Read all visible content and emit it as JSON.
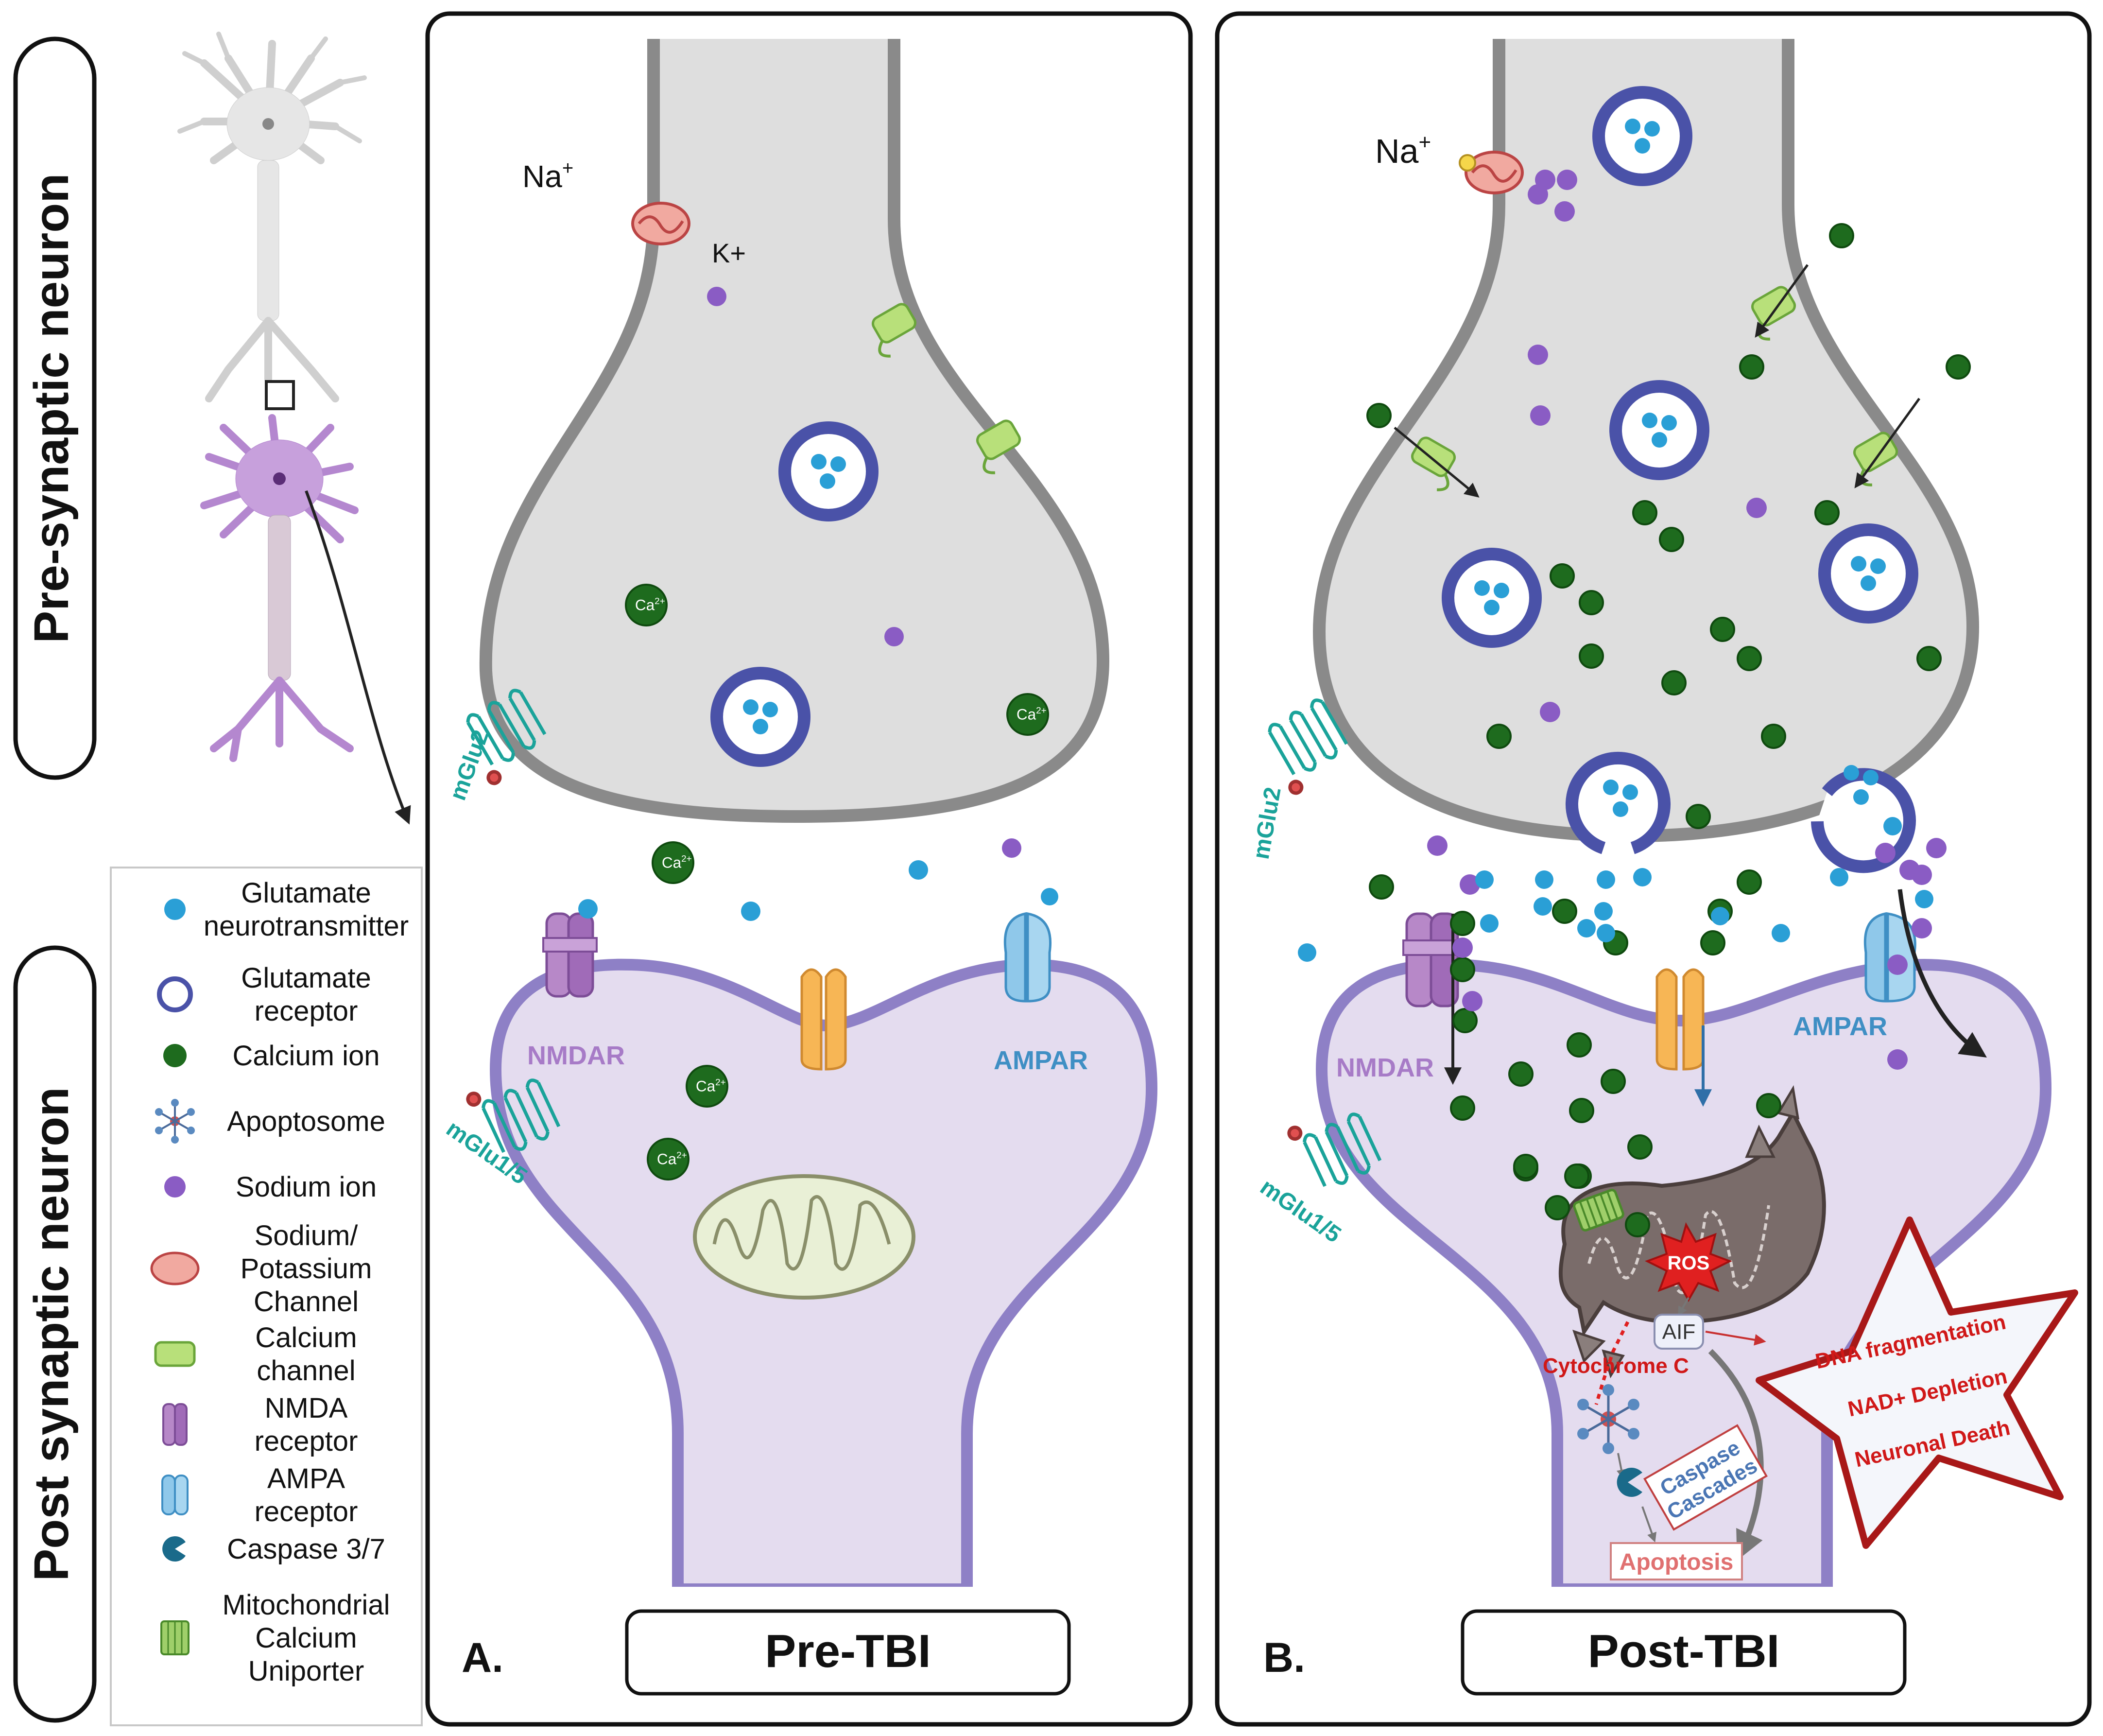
{
  "side_labels": {
    "pre": "Pre-synaptic neuron",
    "post": "Post synaptic neuron"
  },
  "legend": [
    {
      "icon": "glutamate-dot-icon",
      "lines": [
        "Glutamate",
        "neurotransmitter"
      ]
    },
    {
      "icon": "glutamate-receptor-ring-icon",
      "lines": [
        "Glutamate",
        "receptor"
      ]
    },
    {
      "icon": "calcium-ion-icon",
      "lines": [
        "Calcium ion"
      ]
    },
    {
      "icon": "apoptosome-icon",
      "lines": [
        "Apoptosome"
      ]
    },
    {
      "icon": "sodium-ion-icon",
      "lines": [
        "Sodium ion"
      ]
    },
    {
      "icon": "sodium-potassium-channel-icon",
      "lines": [
        "Sodium/",
        "Potassium",
        "Channel"
      ]
    },
    {
      "icon": "calcium-channel-icon",
      "lines": [
        "Calcium",
        "channel"
      ]
    },
    {
      "icon": "nmda-receptor-icon",
      "lines": [
        "NMDA",
        "receptor"
      ]
    },
    {
      "icon": "ampa-receptor-icon",
      "lines": [
        "AMPA",
        "receptor"
      ]
    },
    {
      "icon": "caspase-icon",
      "lines": [
        "Caspase 3/7"
      ]
    },
    {
      "icon": "mitochondrial-calcium-uniporter-icon",
      "lines": [
        "Mitochondrial",
        "Calcium",
        "Uniporter"
      ]
    }
  ],
  "panel_a": {
    "letter": "A.",
    "title": "Pre-TBI",
    "na": "Na",
    "na_sup": "+",
    "k": "K+",
    "ca": "Ca",
    "ca_sup": "2+",
    "mglu2": "mGlu2",
    "mglu15": "mGlu1/5",
    "nmdar": "NMDAR",
    "ampar": "AMPAR"
  },
  "panel_b": {
    "letter": "B.",
    "title": "Post-TBI",
    "na": "Na",
    "na_sup": "+",
    "mglu2": "mGlu2",
    "mglu15": "mGlu1/5",
    "nmdar": "NMDAR",
    "ampar": "AMPAR",
    "ros": "ROS",
    "aif": "AIF",
    "cytochrome": "Cytochrome C",
    "caspase_lines": [
      "Caspase",
      "Cascades"
    ],
    "apoptosis": "Apoptosis",
    "star_lines": [
      "DNA fragmentation",
      "NAD+ Depletion",
      "Neuronal Death"
    ]
  },
  "colors": {
    "glutamate": "#2a9fd6",
    "calcium": "#1e6b1e",
    "sodium": "#8a5cc4",
    "receptor_ring": "#4a52a8",
    "post_fill": "#e4dcef",
    "post_stroke": "#8e80c6",
    "pre_fill": "#dedede",
    "pre_stroke": "#8a8a8a",
    "nmdar": "#9a6ab6",
    "ampar": "#5aaed8",
    "mglu": "#1aa39a",
    "danger": "#d01818"
  }
}
